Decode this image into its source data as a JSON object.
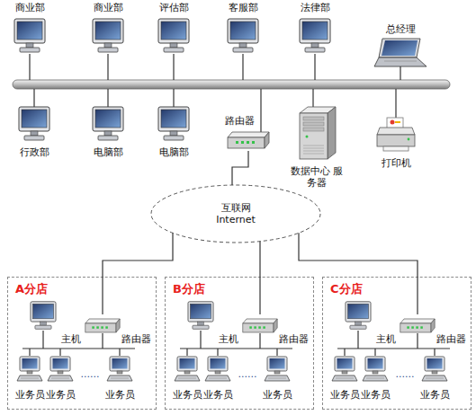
{
  "diagram": {
    "nodes": [
      {
        "text": [
          "商业部"
        ]
      },
      {
        "text": [
          "商业部"
        ]
      },
      {
        "text": [
          "评估部"
        ]
      },
      {
        "text": [
          "客服部"
        ]
      },
      {
        "text": [
          "法律部"
        ]
      },
      {
        "text": [
          "总经理"
        ]
      },
      {
        "text": [
          "行政部"
        ]
      },
      {
        "text": [
          "电脑部"
        ]
      },
      {
        "text": [
          "电脑部"
        ]
      },
      {
        "text": [
          "路由器"
        ]
      },
      {
        "text": [
          "数据中心 服务器"
        ]
      },
      {
        "text": [
          "打印机"
        ]
      },
      {
        "text": [
          "互联网 Internet"
        ]
      },
      {
        "text": [
          "A分店"
        ]
      },
      {
        "text": [
          "主机"
        ],
        "in": 13
      },
      {
        "text": [
          "路由器"
        ],
        "in": 13
      },
      {
        "text": [
          "业务员"
        ],
        "in": 13
      },
      {
        "text": [
          "业务员"
        ],
        "in": 13
      },
      {
        "text": [
          "业务员"
        ],
        "in": 13
      },
      {
        "text": [
          "B分店"
        ]
      },
      {
        "text": [
          "主机"
        ],
        "in": 19
      },
      {
        "text": [
          "路由器"
        ],
        "in": 19
      },
      {
        "text": [
          "业务员"
        ],
        "in": 19
      },
      {
        "text": [
          "业务员"
        ],
        "in": 19
      },
      {
        "text": [
          "业务员"
        ],
        "in": 19
      },
      {
        "text": [
          "C分店"
        ]
      },
      {
        "text": [
          "主机"
        ],
        "in": 25
      },
      {
        "text": [
          "路由器"
        ],
        "in": 25
      },
      {
        "text": [
          "业务员"
        ],
        "in": 25
      },
      {
        "text": [
          "业务员"
        ],
        "in": 25
      },
      {
        "text": [
          "业务员"
        ],
        "in": 25
      }
    ],
    "edges": [
      {
        "from": 9,
        "to": 12,
        "arrow": "none"
      },
      {
        "from": 12,
        "to": 15,
        "arrow": "none"
      },
      {
        "from": 12,
        "to": 21,
        "arrow": "none"
      },
      {
        "from": 12,
        "to": 27,
        "arrow": "none"
      }
    ],
    "labels": [
      "......",
      "......",
      "......"
    ]
  }
}
